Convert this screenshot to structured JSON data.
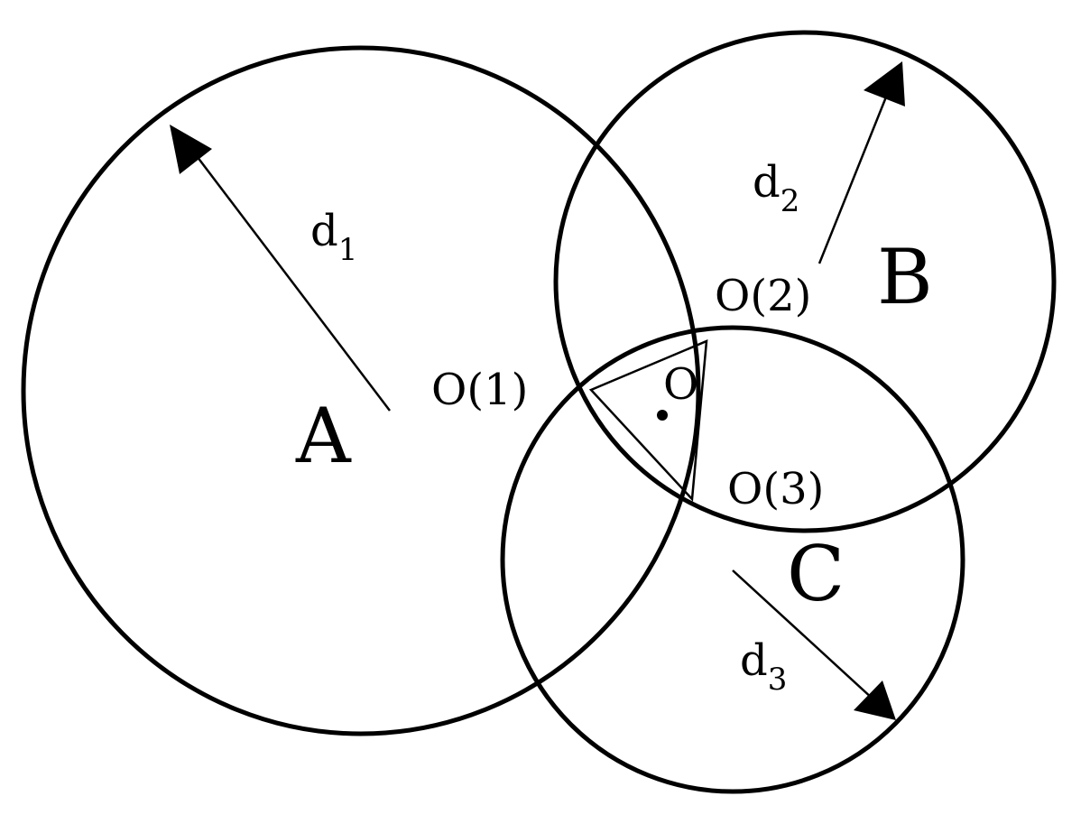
{
  "circles": [
    {
      "id": "A",
      "label": "A"
    },
    {
      "id": "B",
      "label": "B"
    },
    {
      "id": "C",
      "label": "C"
    }
  ],
  "distances": [
    {
      "id": "d1",
      "base": "d",
      "sub": "1"
    },
    {
      "id": "d2",
      "base": "d",
      "sub": "2"
    },
    {
      "id": "d3",
      "base": "d",
      "sub": "3"
    }
  ],
  "points": {
    "o1": "O(1)",
    "o2": "O(2)",
    "o3": "O(3)",
    "o": "O"
  }
}
